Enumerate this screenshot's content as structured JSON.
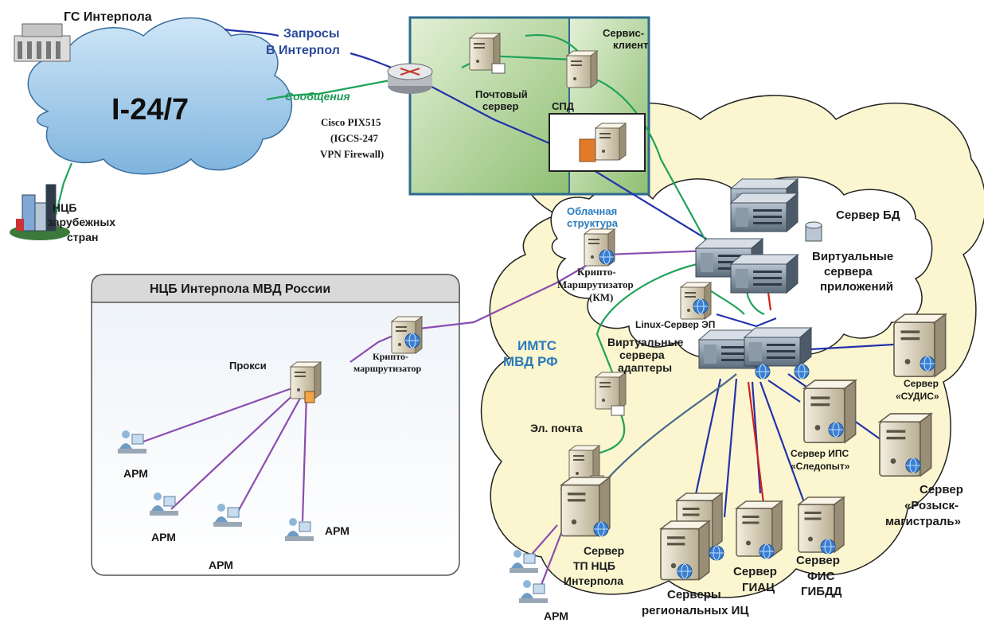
{
  "gs_interpol": "ГС Интерпола",
  "i247": "I-24/7",
  "requests": [
    "Запросы",
    "В Интерпол"
  ],
  "messages": "Сообщения",
  "cisco": [
    "Cisco PIX515",
    "(IGCS-247",
    "VPN Firewall)"
  ],
  "ncb_foreign": [
    "НЦБ",
    "зарубежных",
    "стран"
  ],
  "service_client": [
    "Сервис-",
    "клиент"
  ],
  "mail_server": [
    "Почтовый",
    "сервер"
  ],
  "spd": "СПД",
  "cloud_structure": [
    "Облачная",
    "структура"
  ],
  "db_server": "Сервер БД",
  "virtual_app": [
    "Виртуальные",
    "сервера",
    "приложений"
  ],
  "crypto_km": [
    "Крипто-",
    "Маршрутизатор",
    "(КМ)"
  ],
  "linux_ep": "Linux-Сервер ЭП",
  "imts": [
    "ИМТС",
    "МВД РФ"
  ],
  "virtual_adapters": [
    "Виртуальные",
    "сервера",
    "адаптеры"
  ],
  "ncb_russia": "НЦБ Интерпола МВД России",
  "proxy": "Прокси",
  "crypto_router": [
    "Крипто-",
    "маршрутизатор"
  ],
  "arm": "АРМ",
  "email": "Эл. почта",
  "tp_server": [
    "Сервер",
    "ТП НЦБ",
    "Интерпола"
  ],
  "regional_servers": [
    "Серверы",
    "региональных ИЦ"
  ],
  "giac": [
    "Сервер",
    "ГИАЦ"
  ],
  "fis": [
    "Сервер",
    "ФИС",
    "ГИБДД"
  ],
  "ips": [
    "Сервер ИПС",
    "«Следопыт»"
  ],
  "sudis": [
    "Сервер",
    "«СУДИС»"
  ],
  "rozysk": [
    "Сервер",
    "«Розыск-",
    "магистраль»"
  ],
  "colors": {
    "green_line": "#1fa35a",
    "blue_line": "#2233aa",
    "purple_line": "#8b4db0",
    "red_line": "#d42020",
    "cloud_fill": "#fbf6cf",
    "panel_green": "#a9d18e"
  }
}
